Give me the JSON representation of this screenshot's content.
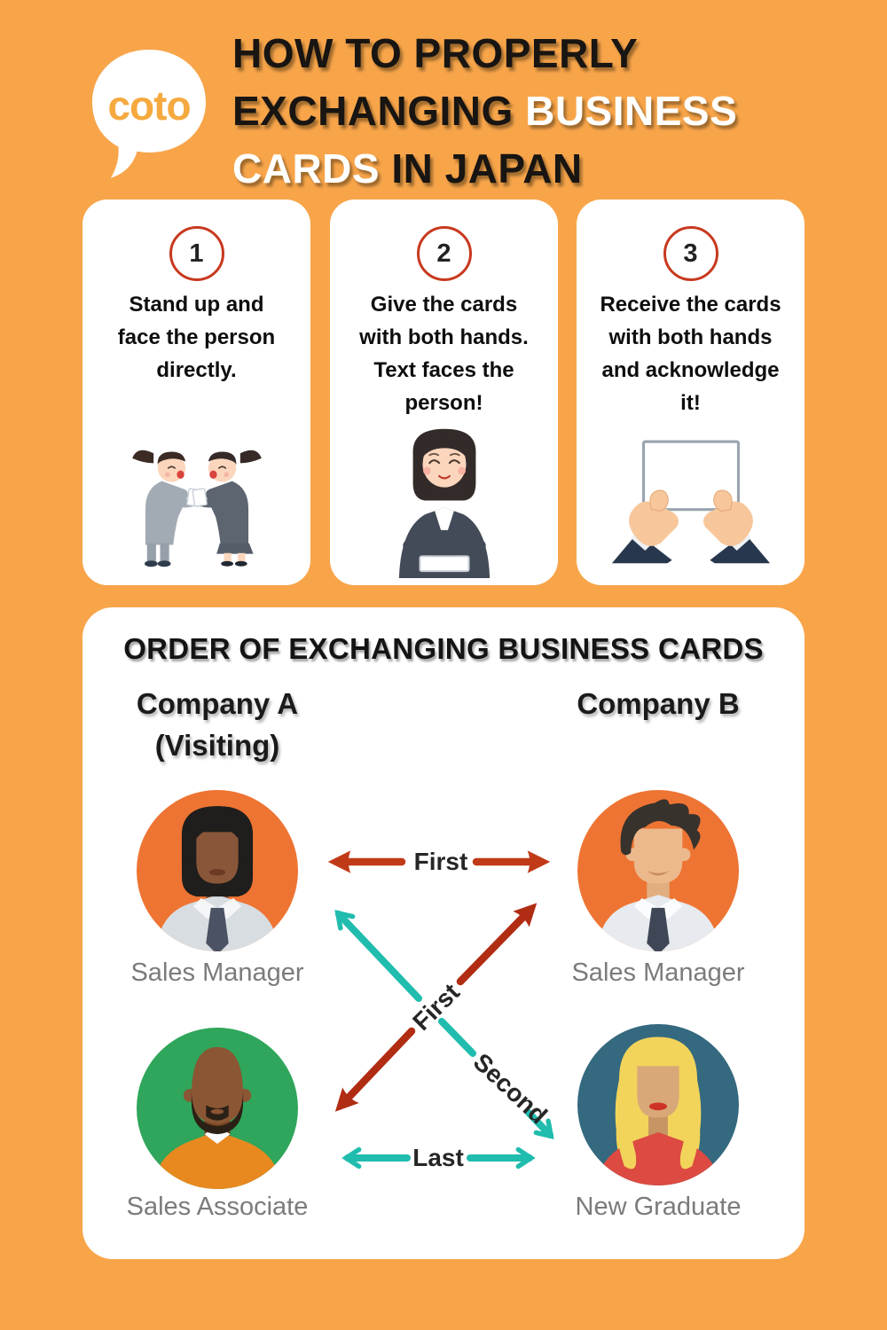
{
  "poster": {
    "background_color": "#F8A54A"
  },
  "logo": {
    "text": "coto",
    "text_color": "#F5A93E"
  },
  "header": {
    "line1": "HOW TO PROPERLY",
    "line2_dark": "EXCHANGING",
    "line2_light": "BUSINESS",
    "line3_light": "CARDS",
    "line3_dark": "IN JAPAN"
  },
  "steps": [
    {
      "number": "1",
      "text": "Stand up and face the person directly.",
      "lines": [
        "Stand up and",
        "face the person",
        "directly."
      ],
      "illustration": "two-coworkers-bowing-exchanging-cards"
    },
    {
      "number": "2",
      "text": "Give the cards with both hands. Text faces the person!",
      "lines": [
        "Give the cards",
        "with both hands.",
        "Text faces the",
        "person!"
      ],
      "illustration": "businesswoman-presenting-card-with-both-hands"
    },
    {
      "number": "3",
      "text": "Receive the cards with both hands and acknowledge it!",
      "lines": [
        "Receive the cards",
        "with both hands",
        "and acknowledge",
        "it!"
      ],
      "illustration": "hands-receiving-business-card"
    }
  ],
  "order": {
    "title": "ORDER OF EXCHANGING BUSINESS CARDS",
    "company_a_line1": "Company A",
    "company_a_line2": "(Visiting)",
    "company_b": "Company B",
    "people": [
      {
        "role": "Sales Manager",
        "company": "Company A",
        "circle_color": "#EE7433"
      },
      {
        "role": "Sales Manager",
        "company": "Company B",
        "circle_color": "#EE7433"
      },
      {
        "role": "Sales Associate",
        "company": "Company A",
        "circle_color": "#2FA65B"
      },
      {
        "role": "New Graduate",
        "company": "Company B",
        "circle_color": "#34697F"
      }
    ],
    "arrows": {
      "top": {
        "label": "First",
        "color": "#C13A18"
      },
      "diagonal_red": {
        "label": "First",
        "color": "#B02C12"
      },
      "diagonal_teal": {
        "label": "Second",
        "color": "#20BCAE"
      },
      "bottom": {
        "label": "Last",
        "color": "#20BCAE"
      }
    }
  }
}
